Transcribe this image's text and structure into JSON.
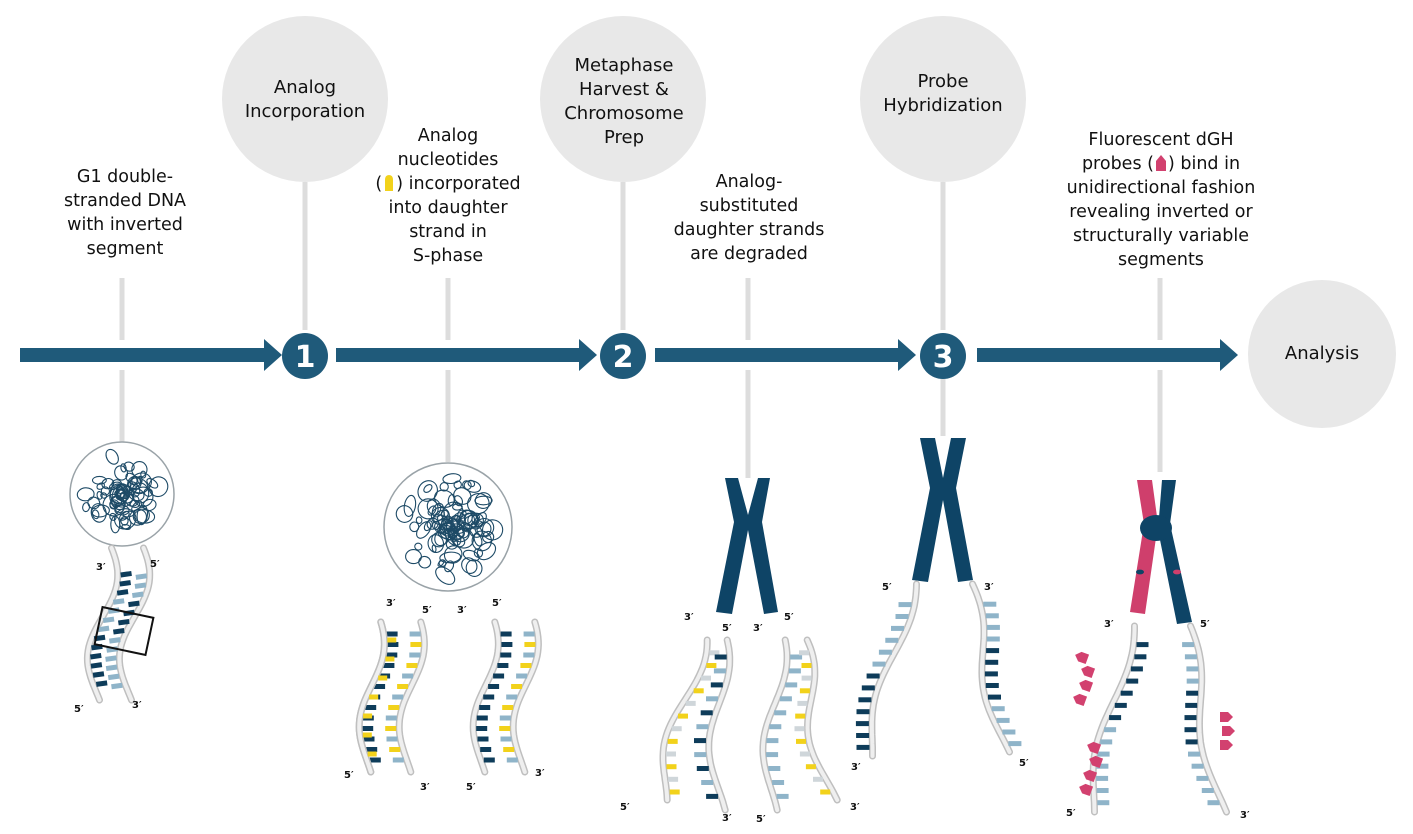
{
  "steps": [
    {
      "number": "1",
      "label": "Analog Incorporation"
    },
    {
      "number": "2",
      "label": "Metaphase Harvest & Chromosome Prep"
    },
    {
      "number": "3",
      "label": "Probe Hybridization"
    }
  ],
  "final_step": {
    "label": "Analysis"
  },
  "descriptions": {
    "g1": [
      "G1 double-",
      "stranded DNA",
      "with inverted",
      "segment"
    ],
    "analog": {
      "line1": "Analog",
      "line2": "nucleotides",
      "line3_open": "(",
      "line3_close": ") incorporated",
      "line4": "into daughter",
      "line5": "strand in",
      "line6": "S-phase"
    },
    "degraded": [
      "Analog-",
      "substituted",
      "daughter strands",
      "are degraded"
    ],
    "probes": {
      "line1": "Fluorescent dGH",
      "line2_open": "probes (",
      "line2_close": ") bind in",
      "line3": "unidirectional fashion",
      "line4": "revealing inverted or",
      "line5": "structurally variable",
      "line6": "segments"
    }
  },
  "strand_ends": {
    "three_prime": "3′",
    "five_prime": "5′"
  },
  "colors": {
    "arrow": "#1f5a7a",
    "dark_base": "#0e3c5a",
    "light_base": "#8fb4c9",
    "analog": "#f2d21b",
    "probe": "#d2416f",
    "circle": "#e8e8e8",
    "chromosome": "#0e4466"
  }
}
